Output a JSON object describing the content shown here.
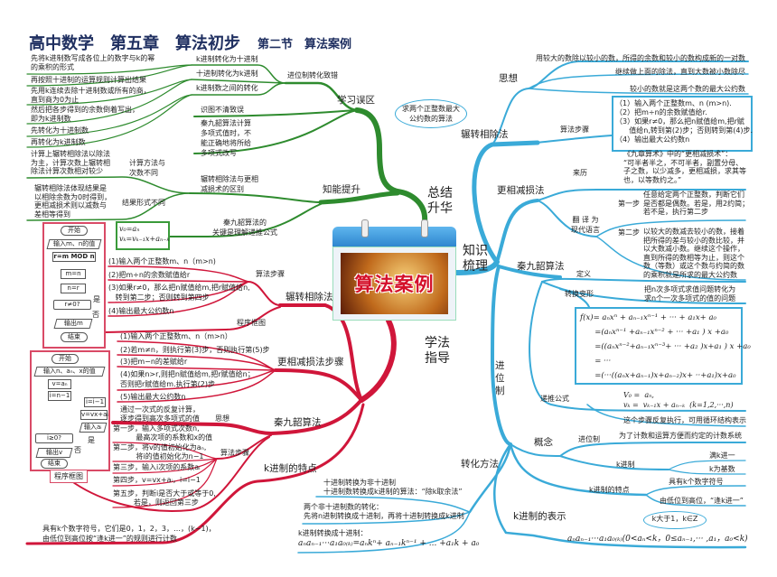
{
  "header": {
    "title": "高中数学　第五章　算法初步",
    "subtitle": "第二节　算法案例"
  },
  "colors": {
    "green": "#2e8b2e",
    "red": "#d0163a",
    "blue": "#3aaad8",
    "title": "#1f2f60"
  },
  "center": {
    "image_label": "算法案例",
    "summary": "总结\n升华",
    "knowledge": "知识\n梳理",
    "guide": "学法\n指导"
  },
  "summary": {
    "mistakes": "学习误区",
    "base_error": "进位制转化致错",
    "k_to_dec": "k进制转化为十进制",
    "dec_to_k": "十进制转化为k进制",
    "k_to_k": "k进制数之间的转化",
    "k_to_dec_1": "先将k进制数写成各位上的数字与k的幂\n的乘积的形式",
    "k_to_dec_2": "再按照十进制的运算规则计算出结果",
    "dec_to_k_1": "先用k连续去除十进制数或所有的商，\n直到商为0为止",
    "dec_to_k_2": "然后把各步得到的余数倒着写出，\n即为k进制数",
    "k_to_k_1": "先转化为十进制数",
    "k_to_k_2": "再转化为k进制数",
    "misread": "识图不清致误",
    "qin_error": "秦九韶算法计算\n多项式值时，不\n能正确地将所给\n多项式改写",
    "ability": "知能提升",
    "difference": "辗转相除法与更相\n减损术的区别",
    "calc_diff": "计算方法与\n次数不同",
    "calc_diff_detail": "计算上辗转相除法以除法\n为主，计算次数上辗转相\n除法计算次数相对较少",
    "result_diff": "结果形式不同",
    "result_diff_detail": "辗转相除法体现结果是\n以相除余数为0时得到，\n更相减损术则以减数与\n差相等得到",
    "qin_key": "秦九韶算法的\n关键是理解递推公式",
    "recurrence_box": "v₀=aₙ\nvₖ=vₖ₋₁x+aₙ₋ₖ"
  },
  "guide": {
    "euclid": "辗转相除法",
    "euclid_steps": "算法步骤",
    "euclid_s1": "(1)输入两个正整数m、n（m>n)",
    "euclid_s2": "(2)把m÷n的余数赋值给r",
    "euclid_s3": "(3)如果r≠0，那么把n赋值给m,把r赋值给n,\n   转到第二步；否则转到第四步",
    "euclid_s4": "(4)输出最大公约数n",
    "flowchart_label": "程序框图",
    "flow1": {
      "start": "开始",
      "input": "输入m、n的值",
      "mod": "r=m MOD n",
      "m": "m=n",
      "n": "n=r",
      "cond": "r≠0?",
      "no": "否",
      "yes": "是",
      "output": "输出m",
      "end": "结束"
    },
    "sub": "更相减损法步骤",
    "sub_s1": "(1)输入两个正整数m、n（m>n）",
    "sub_s2": "(2)若m≠n，则执行第(3)步，否则执行第(5)步",
    "sub_s3": "(3)把m−n的差赋给r",
    "sub_s4": "(4)如果n>r,则把n赋值给m,把r赋值给n；\n否则把r赋值给m.执行第(2)步",
    "sub_s5": "(5)输出最大公约数n",
    "qin": "秦九韶算法",
    "qin_idea": "思想",
    "qin_idea_text": "通过一次式的反复计算，\n逐步得到高次多项式的值",
    "qin_steps": "算法步骤",
    "qin_s1": "第一步，输入多项式次数n,\n          最高次项的系数和x的值",
    "qin_s2": "第二步，将v的值初始化为aₙ,\n          将i的值初始化为n−1",
    "qin_s3": "第三步，输入i次项的系数aᵢ",
    "qin_s4": "第四步，v=vx+aᵢ，i=i−1",
    "qin_s5": "第五步，判断i是否大于或等于0,\n         若是，则返回第三步",
    "flow2": {
      "start": "开始",
      "input": "输入n、aₙ、x的值",
      "v": "v=aₙ",
      "i": "i=n−1",
      "cond": "i≥0?",
      "no": "否",
      "yes": "是",
      "input_ai": "输入aᵢ",
      "update_v": "v=vx+aᵢ",
      "update_i": "i=i−1",
      "output": "输出v",
      "end": "结束"
    },
    "flowchart_label2": "程序框图",
    "kbase": "k进制的特点",
    "kbase_text": "具有k个数字符号，它们是0，1，2，3，…，(k−1)，\n由低位到高位按“逢k进一”的规则进行计数"
  },
  "knowledge": {
    "euclid": "辗转相除法",
    "euclid_bubble": "求两个正整数最大\n公约数的算法",
    "idea": "思想",
    "idea_1": "用较大的数除以较小的数，所得的余数和较小的数构成新的一对数",
    "idea_2": "继续做上面的除法，直到大数被小数除尽",
    "idea_3": "较小的数就是这两个数的最大公约数",
    "steps": "算法步骤",
    "steps_box": "（1）输入两个正整数m、n (m>n).\n（2）把m÷n的余数赋值给r.\n（3）如果r≠0，那么把n赋值给m,把r赋\n      值给n,转到第(2)步；否则转到第(4)步.\n（4）输出最大公约数n",
    "sub": "更相减损法",
    "origin": "来历",
    "origin_text": "《九章算术》中的“更相减损术”：\n“可半者半之，不可半者，副置分母、\n子之数，以少减多，更相减损，求其等\n也，以等数约之。”",
    "modern": "翻 译 为\n现代语言",
    "step1_label": "第一步",
    "step1_text": "任意给定两个正整数，判断它们\n是否都是偶数。若是，用2约简；\n若不是，执行第二步",
    "step2_label": "第二步",
    "step2_text": "以较大的数减去较小的数，接着\n把所得的差与较小的数比较，并\n以大数减小数。继续这个操作，\n直到所得的数相等为止，则这个\n数（等数）或这个数与约简的数\n的乘积就是所求的最大公约数",
    "qin": "秦九韶算法",
    "definition": "定义",
    "transform": "转换变形",
    "transform_text": "把n次多项式求值问题转化为\n求n个一次多项式的值的问题",
    "formula": "f(x)= aₙxⁿ + aₙ₋₁xⁿ⁻¹ + ··· + a₁x+ a₀\n      =(aₙxⁿ⁻¹ +aₙ₋₁xⁿ⁻² + ··· +a₁ ) x +a₀\n      =((aₙxⁿ⁻²+aₙ₋₁xⁿ⁻³+ ··· +a₂ )x+a₁ ) x +a₀\n      = ···\n      =(···((aₙx+aₙ₋₁)x+aₙ₋₂)x+ ··+a₁)x+a₀",
    "recurrence": "递推公式",
    "recurrence_text": "V₀ =  aₙ,\nvₖ =  vₖ₋₁x + aₙ₋ₖ  (k=1,2,···,n)",
    "recurrence_loop": "这个步骤反复执行，可用循环结构表示",
    "base": "进\n位\n制",
    "concept": "概念",
    "base_system": "进位制",
    "base_system_text": "为了计数和运算方便而约定的计数系统",
    "kbase": "k进制",
    "kbase_1": "满k进一",
    "kbase_2": "k为基数",
    "kfeature": "k进制的特点",
    "kfeature_1": "具有k个数字符号",
    "kfeature_2": "由低位到高位，“逢k进一”",
    "convert": "转化方法",
    "convert_1": "十进制转换为非十进制\n十进制数转换成k进制的算法：“除k取余法”",
    "convert_2": "两个非十进制数的转化：\n先将n进制转换成十进制，再将十进制转换成k进制",
    "convert_3_title": "k进制转换成十进制：",
    "convert_3": "aₙaₙ₋₁···a₁a₀₍ₖ₎=aₙkⁿ+ aₙ₋₁kⁿ⁻¹ + ... +a₁k + a₀",
    "repr": "k进制的表示",
    "repr_bubble": "k大于1，k∈Z",
    "repr_formula": "aₙaₙ₋₁···a₁a₀₍ₖ₎(0<aₙ<k，0≤aₙ₋₁,··· ,a₁，a₀<k)"
  }
}
